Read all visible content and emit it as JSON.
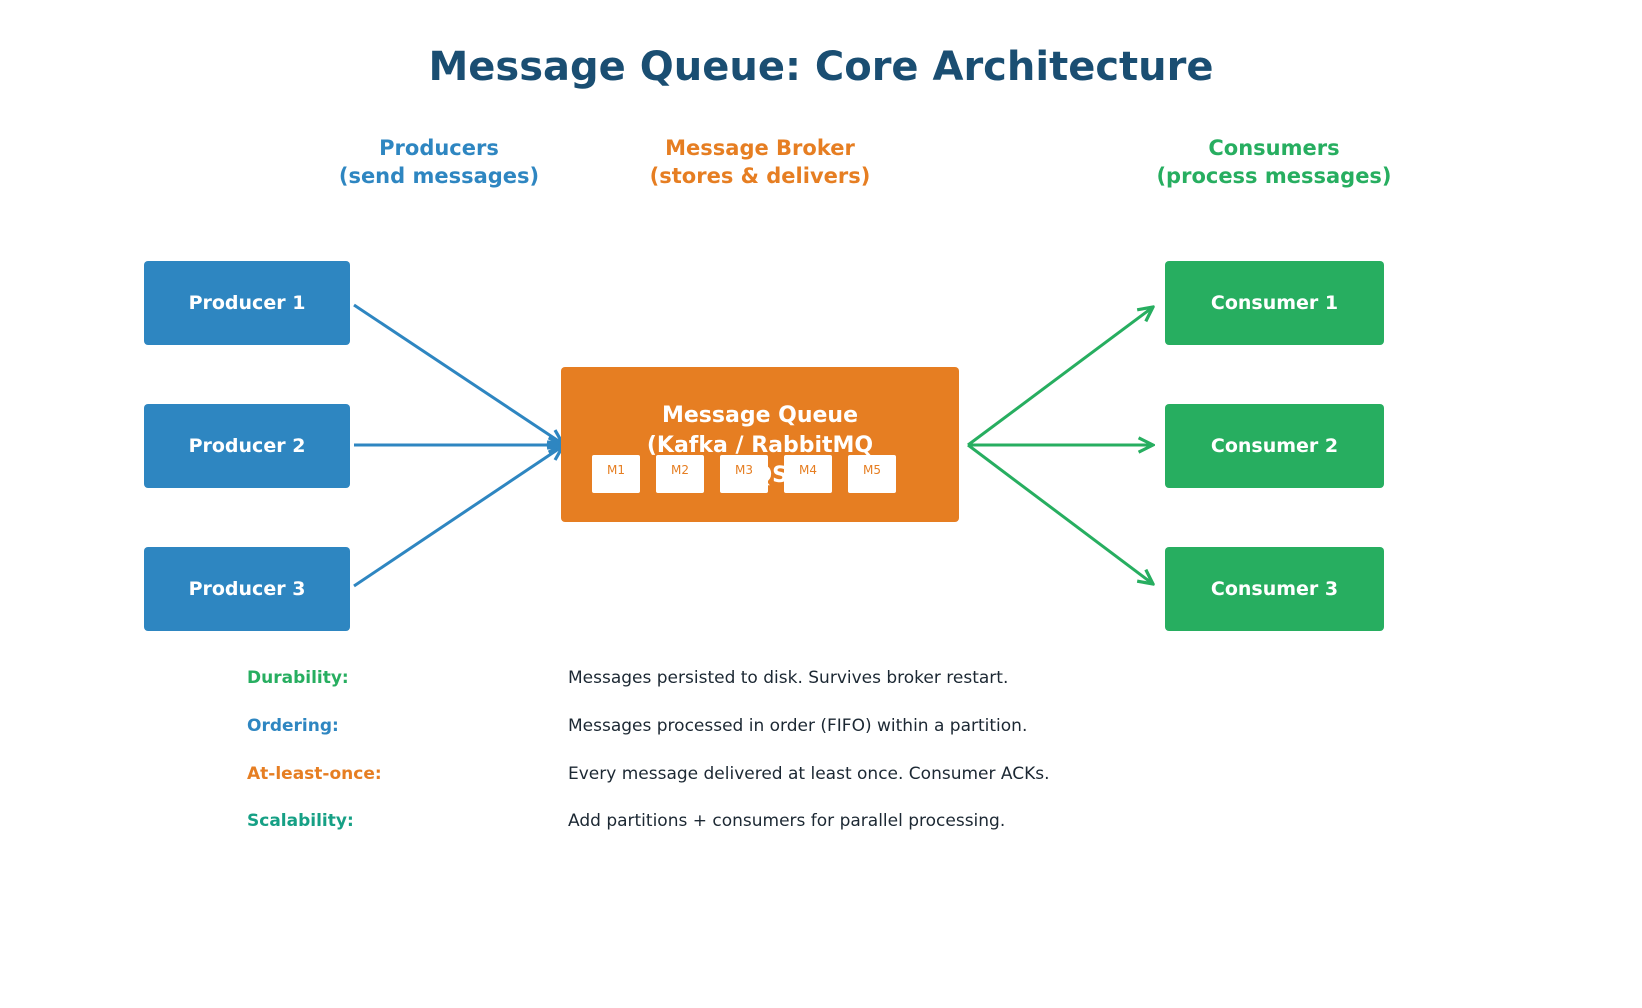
{
  "title": "Message Queue: Core Architecture",
  "columns": {
    "producers": {
      "line1": "Producers",
      "line2": "(send messages)",
      "color": "#2e86c1"
    },
    "broker": {
      "line1": "Message Broker",
      "line2": "(stores & delivers)",
      "color": "#e67e22"
    },
    "consumers": {
      "line1": "Consumers",
      "line2": "(process messages)",
      "color": "#27ae60"
    }
  },
  "producers": [
    "Producer 1",
    "Producer 2",
    "Producer 3"
  ],
  "broker": {
    "label": "Message Queue\n(Kafka / RabbitMQ\n/ SQS)",
    "messages": [
      "M1",
      "M2",
      "M3",
      "M4",
      "M5"
    ],
    "color": "#e67e22"
  },
  "consumers": [
    "Consumer 1",
    "Consumer 2",
    "Consumer 3"
  ],
  "properties": [
    {
      "key": "Durability:",
      "value": "Messages persisted to disk. Survives broker restart.",
      "color": "#27ae60"
    },
    {
      "key": "Ordering:",
      "value": "Messages processed in order (FIFO) within a partition.",
      "color": "#2e86c1"
    },
    {
      "key": "At-least-once:",
      "value": "Every message delivered at least once. Consumer ACKs.",
      "color": "#e67e22"
    },
    {
      "key": "Scalability:",
      "value": "Add partitions + consumers for parallel processing.",
      "color": "#16a085"
    }
  ]
}
